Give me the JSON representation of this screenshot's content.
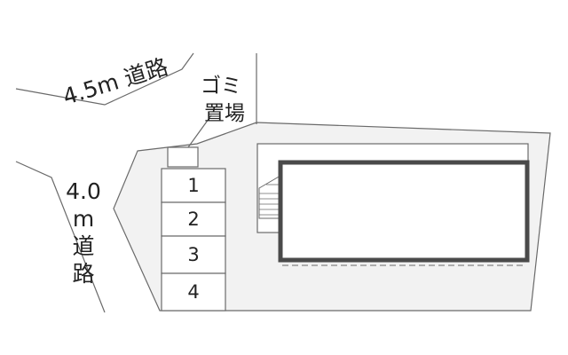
{
  "labels": {
    "road_north": "4.5m 道路",
    "road_west_chars": [
      "4.0",
      "m",
      "道",
      "路"
    ],
    "garbage_chars": [
      "ゴミ",
      "置場"
    ]
  },
  "parking_spaces": [
    "1",
    "2",
    "3",
    "4"
  ],
  "colors": {
    "background": "#ffffff",
    "lot_fill": "#f2f2f2",
    "line": "#6a6a6a",
    "building_wall": "#4a4a4a",
    "text": "#222222"
  }
}
